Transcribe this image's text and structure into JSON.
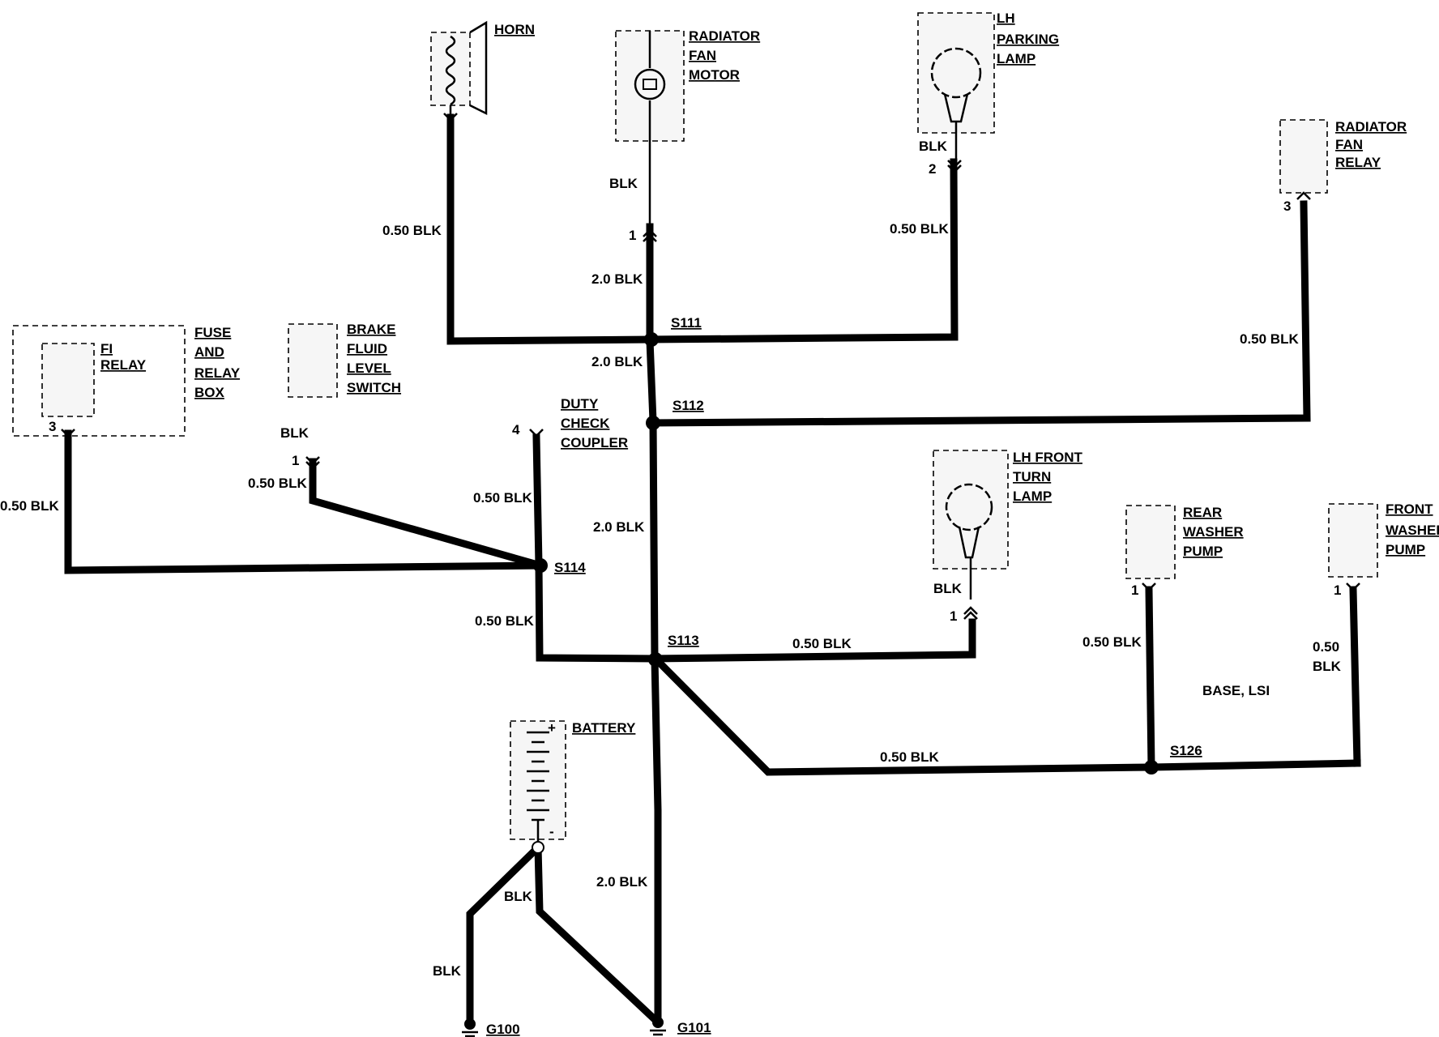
{
  "components": {
    "horn": [
      "HORN"
    ],
    "radiator_fan_motor": [
      "RADIATOR",
      "FAN",
      "MOTOR"
    ],
    "lh_parking_lamp": [
      "LH",
      "PARKING",
      "LAMP"
    ],
    "radiator_fan_relay": [
      "RADIATOR",
      "FAN",
      "RELAY"
    ],
    "fuse_relay_box": [
      "FUSE",
      "AND",
      "RELAY",
      "BOX"
    ],
    "fi_relay": [
      "FI",
      "RELAY"
    ],
    "brake_fluid_level_switch": [
      "BRAKE",
      "FLUID",
      "LEVEL",
      "SWITCH"
    ],
    "duty_check_coupler": [
      "DUTY",
      "CHECK",
      "COUPLER"
    ],
    "lh_front_turn_lamp": [
      "LH FRONT",
      "TURN",
      "LAMP"
    ],
    "rear_washer_pump": [
      "REAR",
      "WASHER",
      "PUMP"
    ],
    "front_washer_pump": [
      "FRONT",
      "WASHER",
      "PUMP"
    ],
    "battery": [
      "BATTERY"
    ]
  },
  "battery_terminals": {
    "positive": "+",
    "negative": "-"
  },
  "splices": {
    "s111": "S111",
    "s112": "S112",
    "s113": "S113",
    "s114": "S114",
    "s126": "S126"
  },
  "grounds": {
    "g100": "G100",
    "g101": "G101"
  },
  "pins": {
    "fan_motor": "1",
    "parking_lamp": "2",
    "fan_relay": "3",
    "fuse_box": "3",
    "brake_switch": "1",
    "duty_coupler": "4",
    "turn_lamp": "1",
    "rear_washer": "1",
    "front_washer": "1"
  },
  "wires": {
    "horn": "0.50 BLK",
    "fan_motor_upper": "BLK",
    "fan_motor_lower": "2.0 BLK",
    "parking_lamp_upper": "BLK",
    "parking_lamp_lower": "0.50 BLK",
    "fan_relay": "0.50 BLK",
    "s111_s112": "2.0 BLK",
    "s112_s113": "2.0 BLK",
    "fuse_box": "0.50 BLK",
    "brake_upper": "BLK",
    "brake_lower": "0.50 BLK",
    "duty_coupler": "0.50 BLK",
    "s114_s113": "0.50 BLK",
    "turn_lamp_upper": "BLK",
    "turn_lamp_lower": "0.50 BLK",
    "rear_washer": "0.50 BLK",
    "front_washer_a": "0.50",
    "front_washer_b": "BLK",
    "s126_branch": "0.50 BLK",
    "ground_main": "2.0 BLK",
    "battery_g101": "BLK",
    "battery_g100": "BLK"
  },
  "notes": {
    "base_lsi": "BASE, LSI"
  }
}
